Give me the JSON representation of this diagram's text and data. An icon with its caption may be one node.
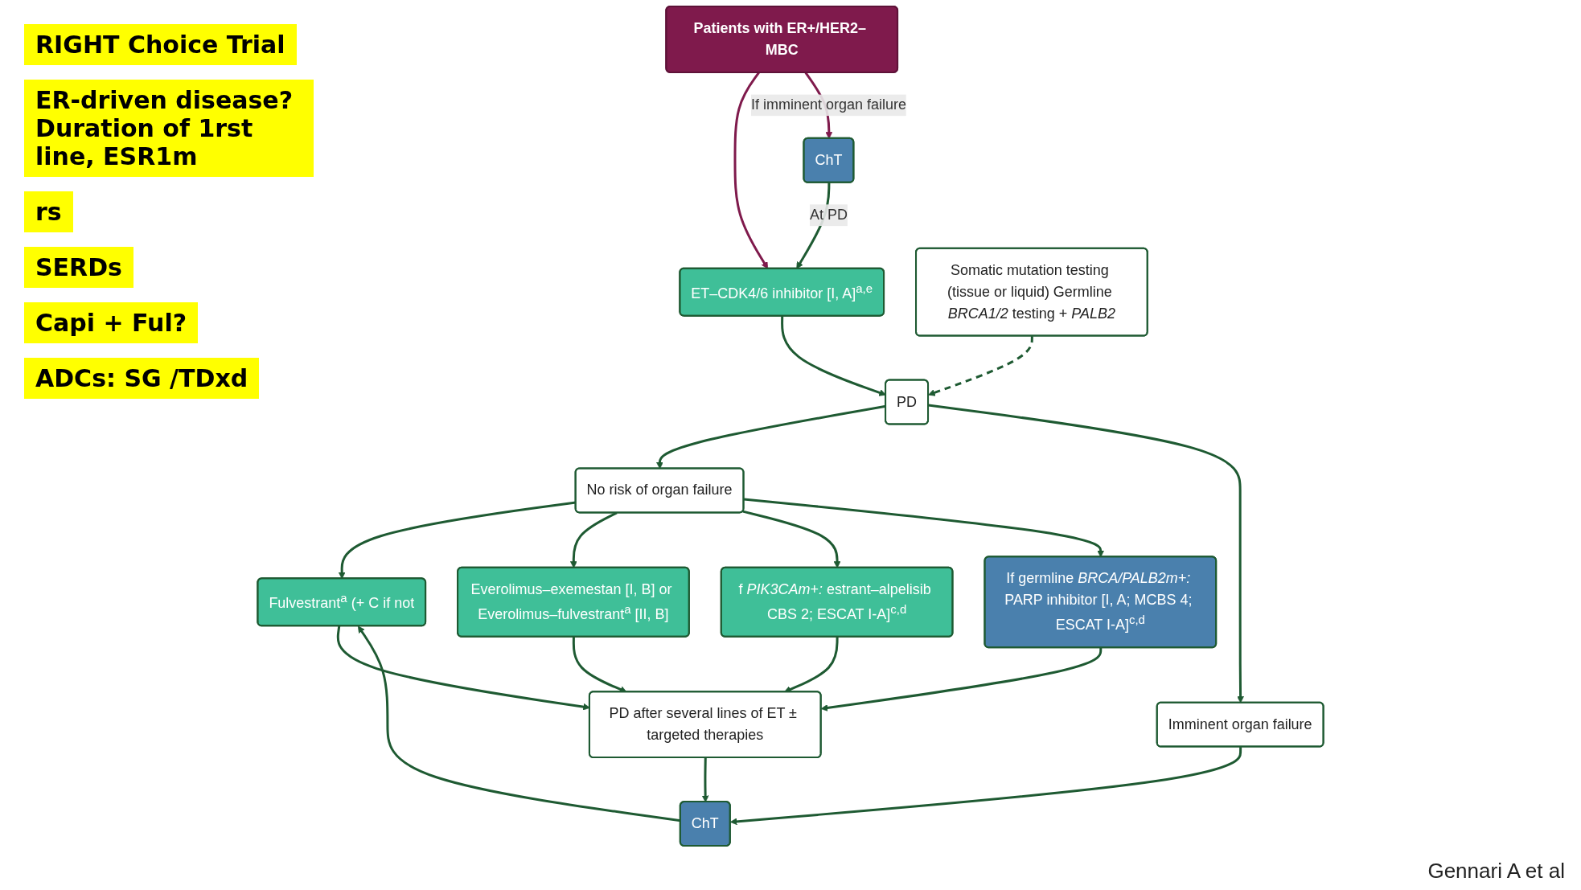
{
  "diagram": {
    "nodes": [
      {
        "text": [
          "Patients with ER+/HER2– MBC"
        ]
      },
      {
        "text": [
          "ChT"
        ]
      },
      {
        "text": [
          "ET–CDK4/6 inhibitor [I, A]$^{a,e}$"
        ]
      },
      {
        "text": [
          "Somatic mutation testing (tissue or liquid) Germline *BRCA1/2* testing + *PALB2*"
        ]
      },
      {
        "text": [
          "PD"
        ]
      },
      {
        "text": [
          "No risk of organ failure"
        ]
      },
      {
        "text": [
          "Imminent organ failure"
        ]
      },
      {
        "text": [
          "Fulvestrant$^{a}$ (+ C if not"
        ]
      },
      {
        "text": [
          "Everolimus–exemestan [I, B] or Everolimus–fulvestrant$^{a}$ [II, B]"
        ]
      },
      {
        "text": [
          "f *PIK3CAm+:* estrant–alpelisib CBS 2; ESCAT I-A]$^{c,d}$"
        ]
      },
      {
        "text": [
          "If germline *BRCA/PALB2m+:* PARP inhibitor [I, A; MCBS 4; ESCAT I-A]$^{c,d}$"
        ]
      },
      {
        "text": [
          "PD after several lines of ET ± targeted therapies"
        ]
      },
      {
        "text": [
          "ChT"
        ]
      }
    ],
    "edges": [
      {
        "from": 0,
        "to": 2,
        "arrow": "to",
        "color": "#7f1a4c"
      },
      {
        "from": 0,
        "to": 1,
        "arrow": "to",
        "label": "If imminent organ failure",
        "color": "#7f1a4c"
      },
      {
        "from": 1,
        "to": 2,
        "arrow": "to",
        "label": "At PD"
      },
      {
        "from": 2,
        "to": 4,
        "arrow": "to"
      },
      {
        "from": 3,
        "to": 4,
        "arrow": "to",
        "style": "dashed"
      },
      {
        "from": 4,
        "to": 5,
        "arrow": "to"
      },
      {
        "from": 4,
        "to": 6,
        "arrow": "to"
      },
      {
        "from": 5,
        "to": 7,
        "arrow": "to"
      },
      {
        "from": 5,
        "to": 8,
        "arrow": "to"
      },
      {
        "from": 5,
        "to": 9,
        "arrow": "to"
      },
      {
        "from": 5,
        "to": 10,
        "arrow": "to"
      },
      {
        "from": 7,
        "to": 11,
        "arrow": "to"
      },
      {
        "from": 8,
        "to": 11,
        "arrow": "to"
      },
      {
        "from": 9,
        "to": 11,
        "arrow": "to"
      },
      {
        "from": 10,
        "to": 11,
        "arrow": "to"
      },
      {
        "from": 11,
        "to": 12,
        "arrow": "to"
      },
      {
        "from": 6,
        "to": 12,
        "arrow": "to"
      },
      {
        "from": 12,
        "to": 7,
        "arrow": "to"
      }
    ],
    "labels": [
      "RIGHT Choice Trial",
      "ER-driven disease? Duration of 1rst line, ESR1m",
      "rs",
      "SERDs",
      "Capi + Ful?",
      "ADCs: SG /TDxd",
      "Gennari A et al"
    ]
  }
}
